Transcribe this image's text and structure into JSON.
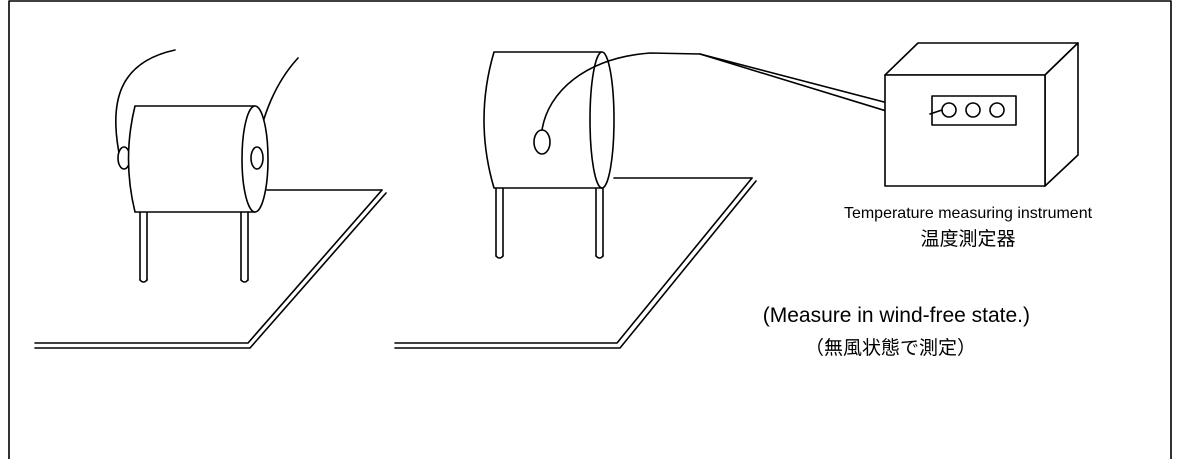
{
  "instrument": {
    "label_en": "Temperature measuring instrument",
    "label_ja": "温度測定器"
  },
  "note": {
    "label_en": "(Measure in wind-free state.)",
    "label_ja": "（無風状態で測定）"
  },
  "colors": {
    "line": "#000000",
    "background": "#ffffff"
  }
}
